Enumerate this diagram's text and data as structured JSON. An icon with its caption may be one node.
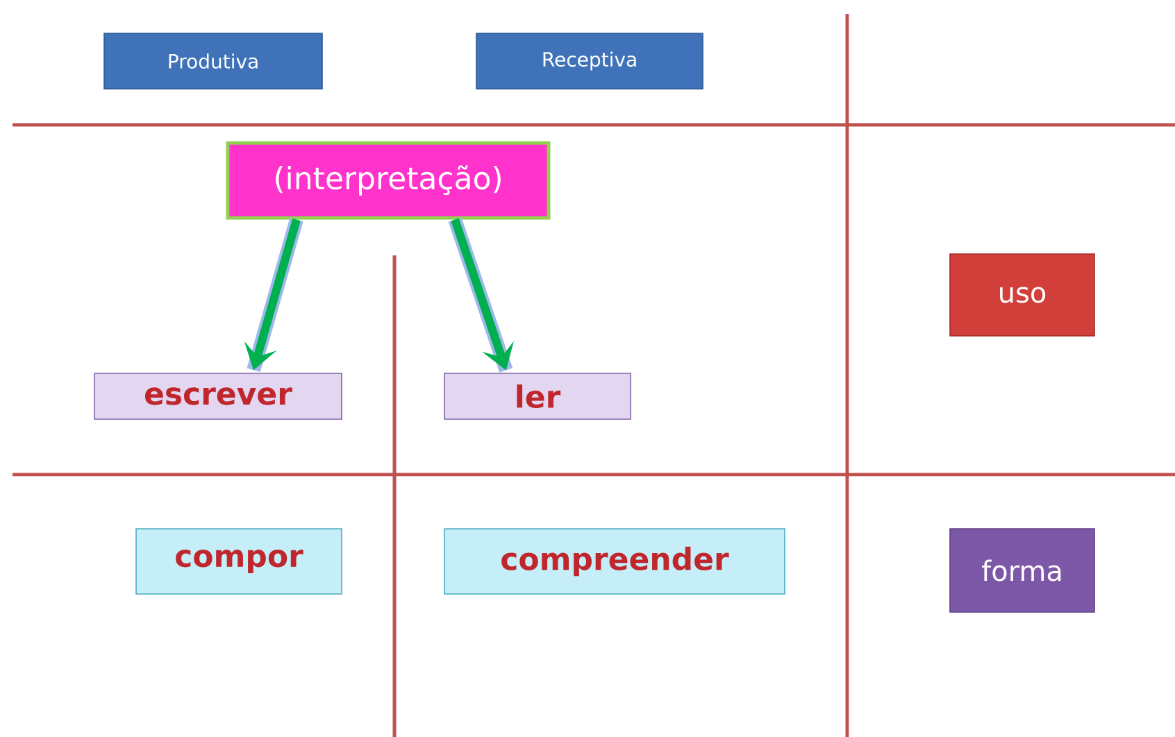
{
  "diagram": {
    "nodes": [
      {
        "text": [
          "Produtiva"
        ]
      },
      {
        "text": [
          "Receptiva"
        ]
      },
      {
        "text": [
          "(interpretação)"
        ]
      },
      {
        "text": [
          "uso"
        ]
      },
      {
        "text": [
          "escrever"
        ]
      },
      {
        "text": [
          "ler"
        ]
      },
      {
        "text": [
          "compor"
        ]
      },
      {
        "text": [
          "compreender"
        ]
      },
      {
        "text": [
          "forma"
        ]
      }
    ],
    "edges": [
      {
        "from": 2,
        "to": 4,
        "arrow": "to"
      },
      {
        "from": 2,
        "to": 5,
        "arrow": "to"
      }
    ]
  }
}
